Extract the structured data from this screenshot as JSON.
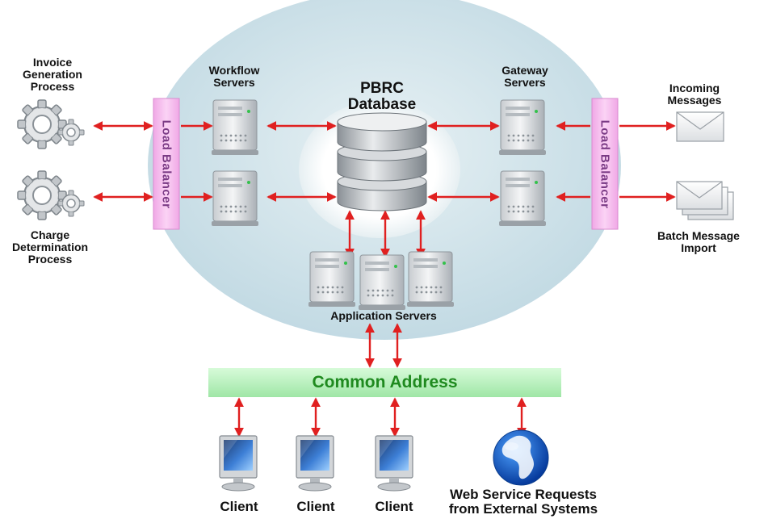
{
  "database": {
    "label": "PBRC\nDatabase"
  },
  "workflow": {
    "label": "Workflow\nServers"
  },
  "gateway": {
    "label": "Gateway\nServers"
  },
  "app_servers": {
    "label": "Application Servers"
  },
  "invoice": {
    "label": "Invoice\nGeneration\nProcess"
  },
  "charge": {
    "label": "Charge\nDetermination\nProcess"
  },
  "incoming": {
    "label": "Incoming\nMessages"
  },
  "batch": {
    "label": "Batch Message\nImport"
  },
  "load_balancer": {
    "label": "Load Balancer"
  },
  "common_address": {
    "label": "Common Address"
  },
  "clients": [
    {
      "label": "Client"
    },
    {
      "label": "Client"
    },
    {
      "label": "Client"
    }
  ],
  "web_service": {
    "label": "Web Service Requests\nfrom External Systems"
  },
  "colors": {
    "arrow": "#e02020",
    "load_balancer_fill": "#f6b8ee",
    "load_balancer_text": "#7a3a85",
    "common_address_fill": "#b8f5bc",
    "common_address_text": "#1f8a1f",
    "disc": "#cfe3ea"
  }
}
